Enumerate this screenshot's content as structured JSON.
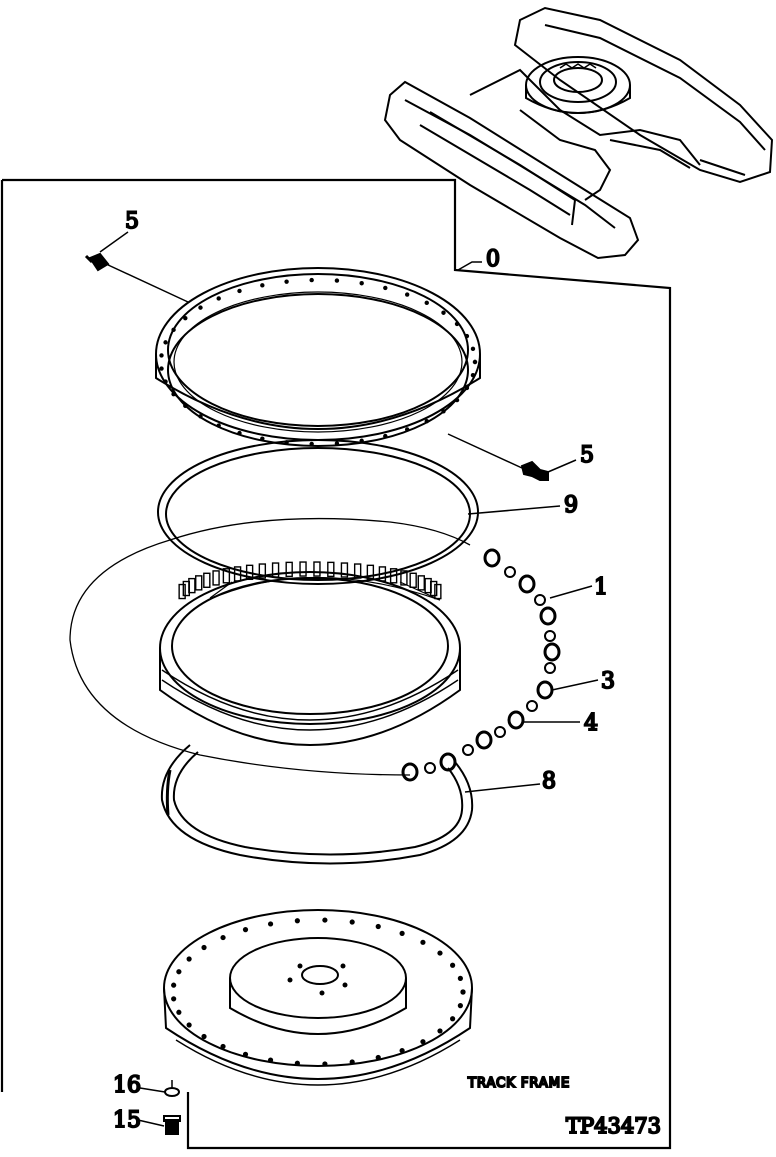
{
  "callouts": {
    "c0": "0",
    "c5a": "5",
    "c5b": "5",
    "c9": "9",
    "c1": "1",
    "c3": "3",
    "c4": "4",
    "c8": "8",
    "c16": "16",
    "c15": "15"
  },
  "frame_label": "TRACK FRAME",
  "figure_code": "TP43473"
}
